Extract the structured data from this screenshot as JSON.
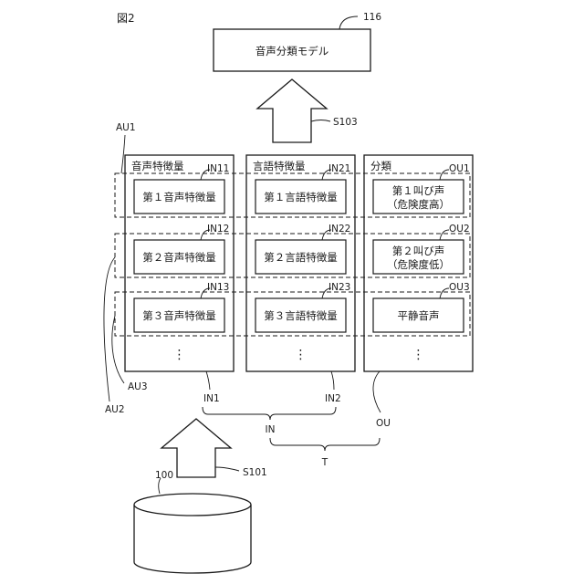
{
  "figure_label": "図2",
  "model": {
    "ref": "116",
    "label": "音声分類モデル"
  },
  "arrows": {
    "top_ref": "S103",
    "bottom_ref": "S101"
  },
  "database": {
    "ref": "100"
  },
  "columns": {
    "audio": {
      "title": "音声特徴量",
      "ellipsis": "⋮"
    },
    "language": {
      "title": "言語特徴量",
      "ellipsis": "⋮"
    },
    "classification": {
      "title": "分類",
      "ellipsis": "⋮"
    }
  },
  "rows": [
    {
      "audio": {
        "ref": "IN11",
        "label": "第１音声特徴量"
      },
      "language": {
        "ref": "IN21",
        "label": "第１言語特徴量"
      },
      "classification": {
        "ref": "OU1",
        "label_line1": "第１叫び声",
        "label_line2": "（危険度高）"
      }
    },
    {
      "audio": {
        "ref": "IN12",
        "label": "第２音声特徴量"
      },
      "language": {
        "ref": "IN22",
        "label": "第２言語特徴量"
      },
      "classification": {
        "ref": "OU2",
        "label_line1": "第２叫び声",
        "label_line2": "（危険度低）"
      }
    },
    {
      "audio": {
        "ref": "IN13",
        "label": "第３音声特徴量"
      },
      "language": {
        "ref": "IN23",
        "label": "第３言語特徴量"
      },
      "classification": {
        "ref": "OU3",
        "label_line1": "平静音声",
        "label_line2": ""
      }
    }
  ],
  "groups": {
    "au1": "AU1",
    "au2": "AU2",
    "au3": "AU3"
  },
  "brackets": {
    "in1": "IN1",
    "in2": "IN2",
    "in": "IN",
    "ou": "OU",
    "t": "T"
  }
}
